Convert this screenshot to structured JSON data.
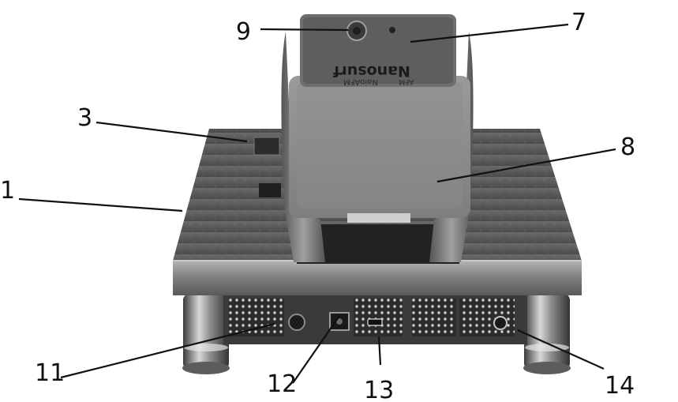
{
  "figure": {
    "device_brand": "Nanosurf",
    "device_model_line": "NaioAFM",
    "device_badge": "AFM",
    "callouts": [
      "9",
      "7",
      "3",
      "8",
      "1",
      "11",
      "12",
      "13",
      "14"
    ]
  }
}
